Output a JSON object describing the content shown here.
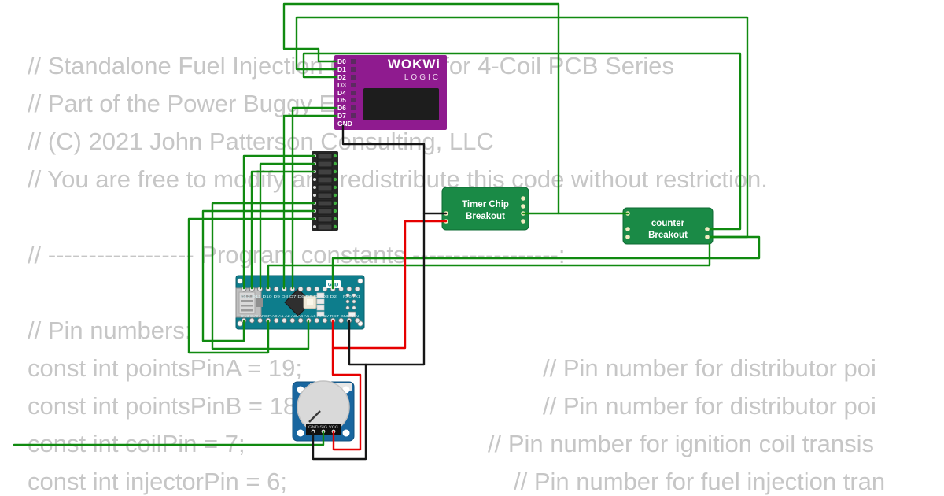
{
  "colors": {
    "wire_green": "#108a10",
    "wire_red": "#e60000",
    "wire_black": "#161616",
    "board_green": "#1a8a46",
    "logic_purple": "#8f1b8f",
    "nano_teal": "#0d7d8c",
    "pot_blue": "#19669f",
    "code_text": "#c6c6c6",
    "pin_dot": "#f3ecc2"
  },
  "code": {
    "line1": "// Standalone Fuel Injection Controller for 4-Coil PCB Series",
    "line2": "// Part of the Power Buggy EFI system.",
    "line3": "// (C) 2021 John Patterson Consulting, LLC",
    "line4": "// You are free to modify and redistribute this code without restriction.",
    "line5": "// ------------------ Program constants ------------------:",
    "line6": "// Pin numbers:",
    "line7": "const int pointsPinA = 19;",
    "line7_comment": "// Pin number for distributor poi",
    "line8": "const int pointsPinB = 18;",
    "line8_comment": "// Pin number for distributor poi",
    "line9": "const int coilPin = 7;",
    "line9_comment": "// Pin number for ignition coil transis",
    "line10": "const int injectorPin = 6;",
    "line10_comment": "// Pin number for fuel injection tran"
  },
  "logic_analyzer": {
    "brand": "WOKWi",
    "subtitle": "LOGIC",
    "pins": [
      "D0",
      "D1",
      "D2",
      "D3",
      "D4",
      "D5",
      "D6",
      "D7",
      "GND"
    ]
  },
  "timer_breakout": {
    "line1": "Timer Chip",
    "line2": "Breakout"
  },
  "counter_breakout": {
    "line1": "counter",
    "line2": "Breakout"
  },
  "nano": {
    "top_labels": "D12 D11 D10 D9 D8 D7 D6 D5 D4 D3 D2",
    "gnd_label": "GND",
    "rx_tx": "RX0 TX1",
    "bottom_labels": "D13 3V3 AREF A0 A1 A2 A3 A4 A5 A6 A7 5V RST GND VIN"
  },
  "potentiometer": {
    "pin_labels": "GND SIG VCC"
  }
}
